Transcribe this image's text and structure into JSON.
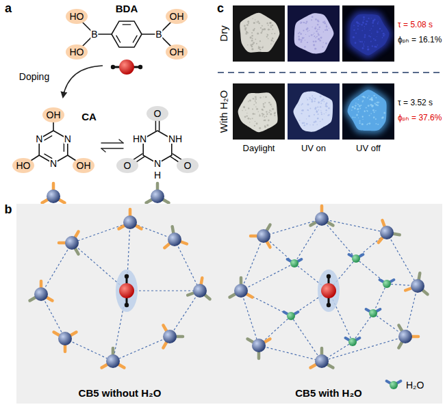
{
  "diagram": {
    "labels": [
      "a",
      "BDA",
      "HO",
      "OH",
      "B",
      "B",
      "HO",
      "OH",
      "Doping",
      "CA",
      "OH",
      "N",
      "N",
      "HO",
      "N",
      "OH",
      "O",
      "HN",
      "NH",
      "O",
      "N",
      "O",
      "H",
      "c",
      "Dry",
      "τ = 5.08 s",
      "ϕₚₕ = 16.1%",
      "With H₂O",
      "τ = 3.52 s",
      "ϕₚₕ = 37.6%",
      "Daylight",
      "UV on",
      "UV off",
      "b",
      "CB5 without H₂O",
      "CB5 with H₂O"
    ],
    "legend": [
      {
        "text": "H₂O"
      }
    ]
  }
}
